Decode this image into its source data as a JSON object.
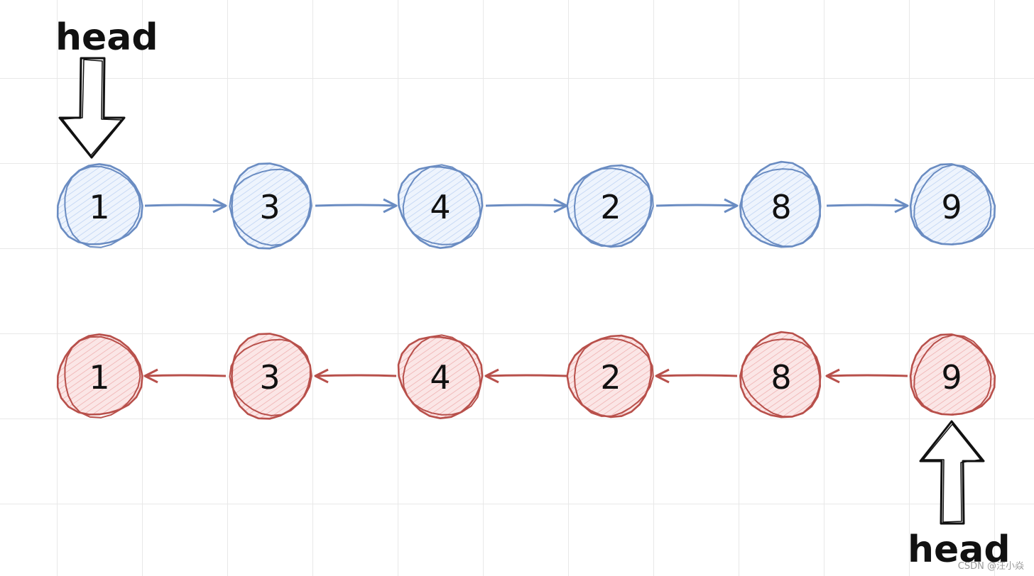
{
  "head_label": "head",
  "watermark": "CSDN @汪小焱",
  "colors": {
    "blue_stroke": "#6a8cc2",
    "blue_fill": "#dbe8fb",
    "red_stroke": "#b8504b",
    "red_fill": "#f6cfcf",
    "text": "#111111"
  },
  "lists": [
    {
      "id": "original",
      "direction": "forward",
      "nodes": [
        "1",
        "3",
        "4",
        "2",
        "8",
        "9"
      ],
      "head_index": 0
    },
    {
      "id": "reversed",
      "direction": "backward",
      "nodes": [
        "1",
        "3",
        "4",
        "2",
        "8",
        "9"
      ],
      "head_index": 5
    }
  ]
}
